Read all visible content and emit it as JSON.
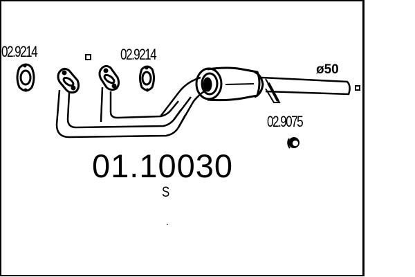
{
  "diagram": {
    "type": "exhaust-front-pipe-with-catalytic-converter",
    "main_part_number": "01.10030",
    "suffix": "S",
    "footnote_mark": ".",
    "pipe_diameter_label": "ø50",
    "components": [
      {
        "id": "gasket-left",
        "part_number": "02.9214",
        "icon": "flange-gasket-icon"
      },
      {
        "id": "gasket-right",
        "part_number": "02.9214",
        "icon": "flange-gasket-icon"
      },
      {
        "id": "clamp",
        "part_number": "02.9075",
        "icon": "rubber-mount-icon"
      }
    ],
    "colors": {
      "line": "#000000",
      "background": "#ffffff"
    }
  }
}
